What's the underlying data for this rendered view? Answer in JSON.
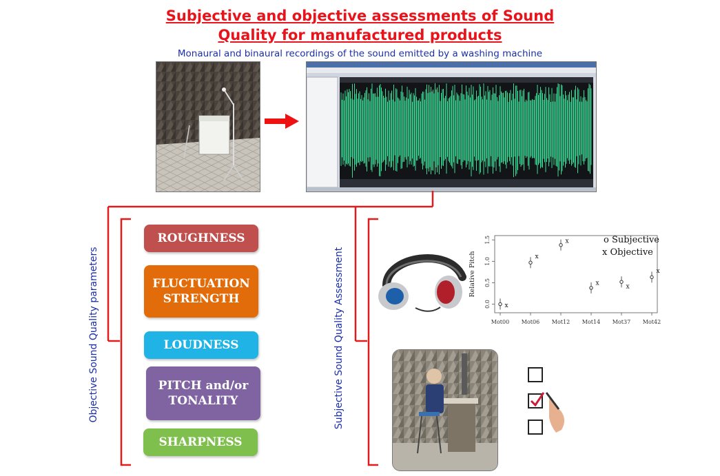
{
  "title_line1": "Subjective and objective assessments of Sound",
  "title_line2": "Quality for manufactured products",
  "subtitle": "Monaural and binaural recordings  of the sound emitted by a washing machine",
  "left_axis_label": "Objective Sound Quality parameters",
  "right_axis_label": "Subjective Sound Quality Assessment",
  "parameters": [
    {
      "label": "ROUGHNESS",
      "color": "#c0504d"
    },
    {
      "label": "FLUCTUATION STRENGTH",
      "color": "#e36c0a"
    },
    {
      "label": "LOUDNESS",
      "color": "#1fb3e6"
    },
    {
      "label": "PITCH and/or TONALITY",
      "color": "#8064a2"
    },
    {
      "label": "SHARPNESS",
      "color": "#7fbf4d"
    }
  ],
  "colors": {
    "bracket": "#e21b1b",
    "arrow": "#ee1111",
    "waveform": "#3ddc97"
  },
  "chart_data": {
    "type": "scatter",
    "ylabel": "Relative Pitch",
    "categories": [
      "Mot00",
      "Mot06",
      "Mot12",
      "Mot14",
      "Mot37",
      "Mot42"
    ],
    "yticks": [
      "0.0",
      "0.5",
      "1.0",
      "1.5"
    ],
    "ylim": [
      -0.2,
      1.6
    ],
    "legend": [
      "o Subjective",
      "x Objective"
    ],
    "series": [
      {
        "name": "Subjective",
        "values": [
          0.0,
          0.97,
          1.38,
          0.38,
          0.52,
          0.63
        ]
      },
      {
        "name": "Objective",
        "values": [
          -0.02,
          1.12,
          1.48,
          0.5,
          0.42,
          0.78
        ]
      }
    ]
  }
}
